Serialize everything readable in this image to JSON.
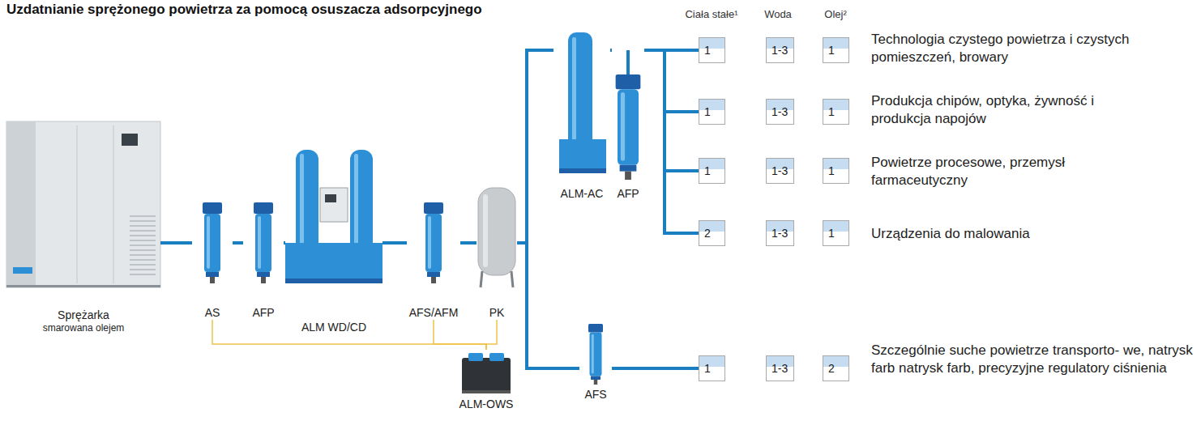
{
  "diagram": {
    "title": "Uzdatnianie sprężonego powietrza za pomocą osuszacza adsorpcyjnego",
    "nodes": [
      {
        "text": [
          "Sprężarka",
          "smarowana olejem"
        ]
      },
      {
        "text": [
          "AS"
        ]
      },
      {
        "text": [
          "AFP"
        ]
      },
      {
        "text": [
          "ALM WD/CD"
        ]
      },
      {
        "text": [
          "AFS/AFM"
        ]
      },
      {
        "text": [
          "PK"
        ]
      },
      {
        "text": [
          "ALM-AC"
        ]
      },
      {
        "text": [
          "AFP"
        ]
      },
      {
        "text": [
          "AFS"
        ]
      },
      {
        "text": [
          "ALM-OWS"
        ]
      },
      {
        "text": [
          "1"
        ]
      },
      {
        "text": [
          "1-3"
        ]
      },
      {
        "text": [
          "1"
        ]
      },
      {
        "text": [
          "1"
        ]
      },
      {
        "text": [
          "1-3"
        ]
      },
      {
        "text": [
          "1"
        ]
      },
      {
        "text": [
          "1"
        ]
      },
      {
        "text": [
          "1-3"
        ]
      },
      {
        "text": [
          "1"
        ]
      },
      {
        "text": [
          "2"
        ]
      },
      {
        "text": [
          "1-3"
        ]
      },
      {
        "text": [
          "1"
        ]
      },
      {
        "text": [
          "1"
        ]
      },
      {
        "text": [
          "1-3"
        ]
      },
      {
        "text": [
          "2"
        ]
      }
    ],
    "edges": [
      {
        "from": 0,
        "to": 1,
        "arrow": "none"
      },
      {
        "from": 1,
        "to": 2,
        "arrow": "none"
      },
      {
        "from": 2,
        "to": 3,
        "arrow": "none"
      },
      {
        "from": 3,
        "to": 4,
        "arrow": "none"
      },
      {
        "from": 4,
        "to": 5,
        "arrow": "none"
      },
      {
        "from": 5,
        "to": 6,
        "arrow": "none"
      },
      {
        "from": 6,
        "to": 7,
        "arrow": "none"
      },
      {
        "from": 7,
        "to": 10,
        "arrow": "none"
      },
      {
        "from": 7,
        "to": 13,
        "arrow": "none"
      },
      {
        "from": 7,
        "to": 16,
        "arrow": "none"
      },
      {
        "from": 7,
        "to": 19,
        "arrow": "none"
      },
      {
        "from": 5,
        "to": 8,
        "arrow": "none"
      },
      {
        "from": 8,
        "to": 22,
        "arrow": "none"
      },
      {
        "from": 1,
        "to": 9,
        "arrow": "none"
      },
      {
        "from": 4,
        "to": 9,
        "arrow": "none"
      },
      {
        "from": 5,
        "to": 9,
        "arrow": "none"
      }
    ],
    "labels": [
      "Ciała stałe¹",
      "Woda",
      "Olej²",
      "Technologia czystego powietrza i czystych pomieszczeń, browary",
      "Produkcja chipów, optyka, żywność i produkcja napojów",
      "Powietrze procesowe, przemysł farmaceutyczny",
      "Urządzenia do malowania",
      "Szczególnie suche powietrze transporto- we, natrysk farb natrysk farb, precyzyjne regulatory ciśnienia"
    ]
  }
}
